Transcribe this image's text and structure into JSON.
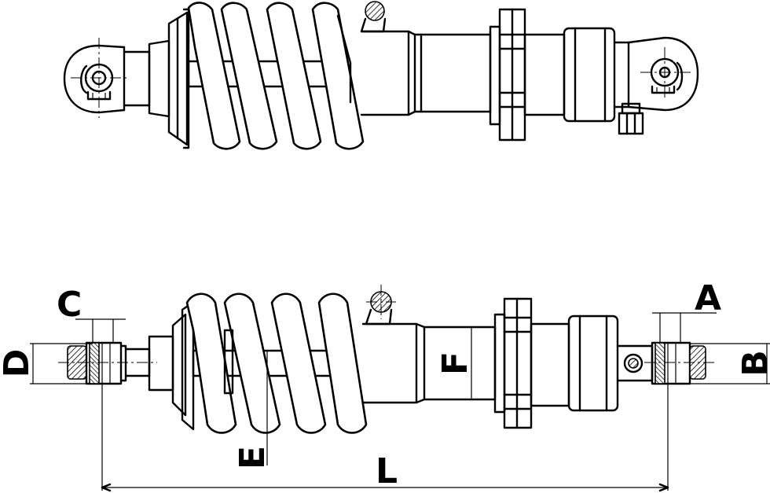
{
  "dimension_labels": {
    "A": "A",
    "B": "B",
    "C": "C",
    "D": "D",
    "E": "E",
    "F": "F",
    "L": "L"
  }
}
